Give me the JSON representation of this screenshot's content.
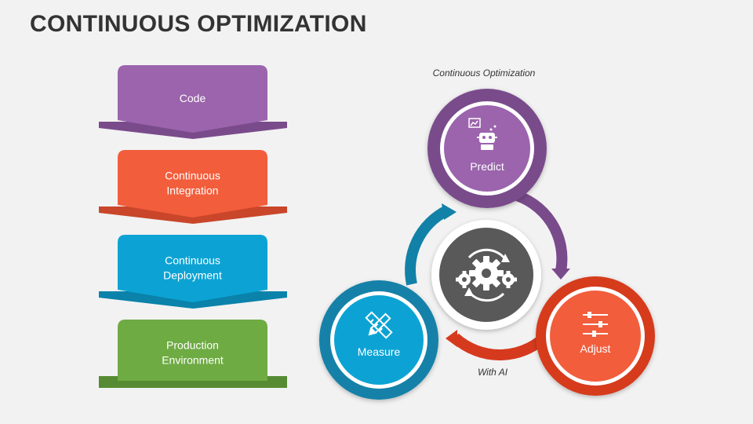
{
  "title": "CONTINUOUS OPTIMIZATION",
  "steps": [
    {
      "label_lines": [
        "Code"
      ],
      "color": "#9b64ac",
      "shade": "#7a4b8b"
    },
    {
      "label_lines": [
        "Continuous",
        "Integration"
      ],
      "color": "#f25d3c",
      "shade": "#c9462a"
    },
    {
      "label_lines": [
        "Continuous",
        "Deployment"
      ],
      "color": "#0ca3d4",
      "shade": "#0a82aa"
    },
    {
      "label_lines": [
        "Production",
        "Environment"
      ],
      "color": "#6eab43",
      "shade": "#568b33"
    }
  ],
  "cycle": {
    "caption_top": "Continuous Optimization",
    "caption_bottom": "With AI",
    "center_color": "#595959",
    "nodes": [
      {
        "label": "Predict",
        "icon": "robot-chart-icon",
        "color": "#9b64ac",
        "dark": "#7a4b8b"
      },
      {
        "label": "Adjust",
        "icon": "sliders-icon",
        "color": "#f25d3c",
        "dark": "#d63a1e"
      },
      {
        "label": "Measure",
        "icon": "pencil-ruler-icon",
        "color": "#0ca3d4",
        "dark": "#1281a8"
      }
    ],
    "center_icon": "gears-cycle-icon"
  }
}
